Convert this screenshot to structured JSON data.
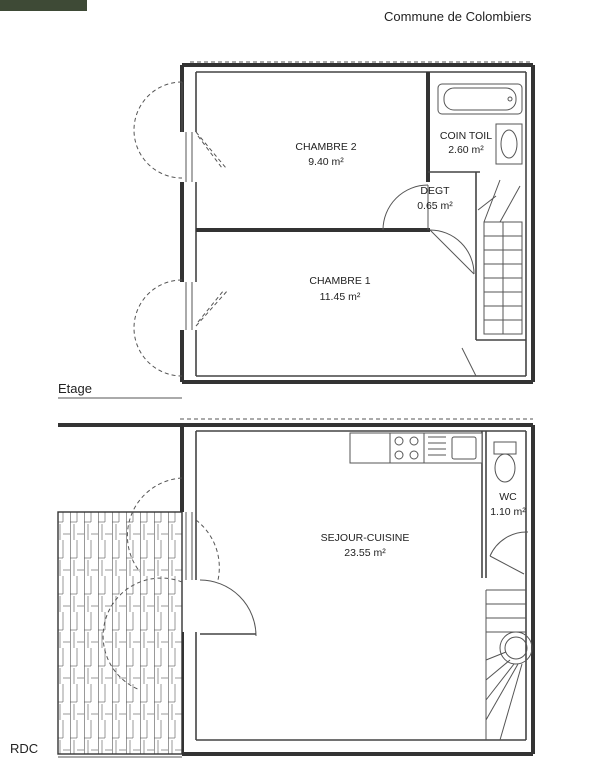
{
  "header": {
    "commune": "Commune de Colombiers"
  },
  "levels": {
    "upper": "Etage",
    "ground": "RDC"
  },
  "rooms": {
    "chambre2": {
      "name": "CHAMBRE 2",
      "area": "9.40 m²"
    },
    "coin_toil": {
      "name": "COIN TOIL",
      "area": "2.60 m²"
    },
    "degt": {
      "name": "DEGT",
      "area": "0.65 m²"
    },
    "chambre1": {
      "name": "CHAMBRE 1",
      "area": "11.45 m²"
    },
    "wc": {
      "name": "WC",
      "area": "1.10 m²"
    },
    "sejour": {
      "name": "SEJOUR-CUISINE",
      "area": "23.55 m²"
    }
  },
  "colors": {
    "wall": "#333333",
    "background": "#ffffff",
    "photo_corner": "#3e4a36"
  }
}
